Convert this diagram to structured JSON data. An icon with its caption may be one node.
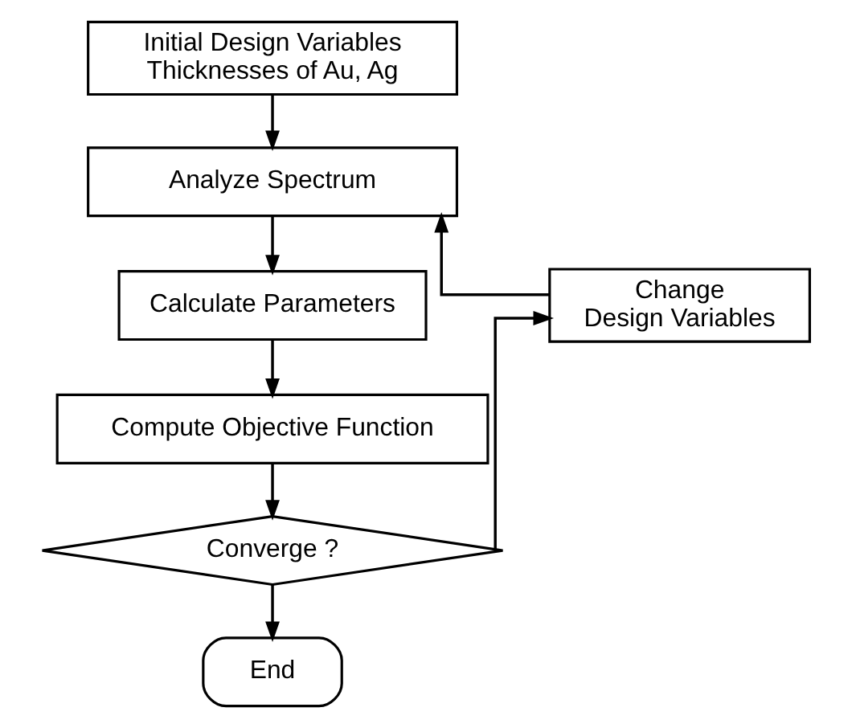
{
  "diagram": {
    "nodes": [
      {
        "text": [
          "Initial Design Variables Thicknesses of Au, Ag"
        ]
      },
      {
        "text": [
          "Analyze Spectrum"
        ]
      },
      {
        "text": [
          "Calculate Parameters"
        ]
      },
      {
        "text": [
          "Compute Objective Function"
        ]
      },
      {
        "text": [
          "Converge ?"
        ]
      },
      {
        "text": [
          "Change Design Variables"
        ]
      },
      {
        "text": [
          "End"
        ]
      }
    ],
    "edges": [
      {
        "from": 0,
        "to": 1,
        "arrow": "to"
      },
      {
        "from": 1,
        "to": 2,
        "arrow": "to"
      },
      {
        "from": 2,
        "to": 3,
        "arrow": "to"
      },
      {
        "from": 3,
        "to": 4,
        "arrow": "to"
      },
      {
        "from": 4,
        "to": 6,
        "arrow": "to"
      },
      {
        "from": 4,
        "to": 5,
        "arrow": "to"
      },
      {
        "from": 5,
        "to": 1,
        "arrow": "to"
      }
    ]
  }
}
